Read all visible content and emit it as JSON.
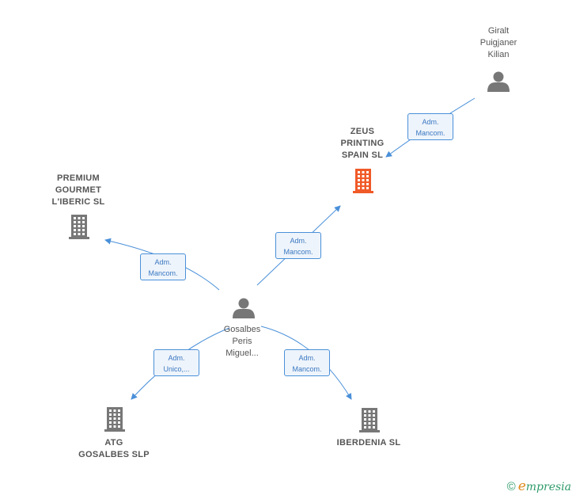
{
  "nodes": {
    "giralt": {
      "label": "Giralt\nPuigjaner\nKilian",
      "icon": "person-icon"
    },
    "zeus": {
      "label": "ZEUS\nPRINTING\nSPAIN  SL",
      "icon": "building-icon",
      "color": "#f05a28"
    },
    "premium": {
      "label": "PREMIUM\nGOURMET\nL'IBERIC  SL",
      "icon": "building-icon",
      "color": "#777777"
    },
    "gosalbes": {
      "label": "Gosalbes\nPeris\nMiguel...",
      "icon": "person-icon"
    },
    "atg": {
      "label": "ATG\nGOSALBES SLP",
      "icon": "building-icon",
      "color": "#777777"
    },
    "iberdenia": {
      "label": "IBERDENIA  SL",
      "icon": "building-icon",
      "color": "#777777"
    }
  },
  "edges": {
    "giralt_zeus": "Adm.\nMancom.",
    "gosalbes_zeus": "Adm.\nMancom.",
    "gosalbes_premium": "Adm.\nMancom.",
    "gosalbes_atg": "Adm.\nUnico,...",
    "gosalbes_iberdenia": "Adm.\nMancom."
  },
  "colors": {
    "edge": "#4a90d9",
    "person": "#777777"
  },
  "brand": {
    "copyright": "©",
    "initial": "e",
    "rest": "mpresia"
  }
}
